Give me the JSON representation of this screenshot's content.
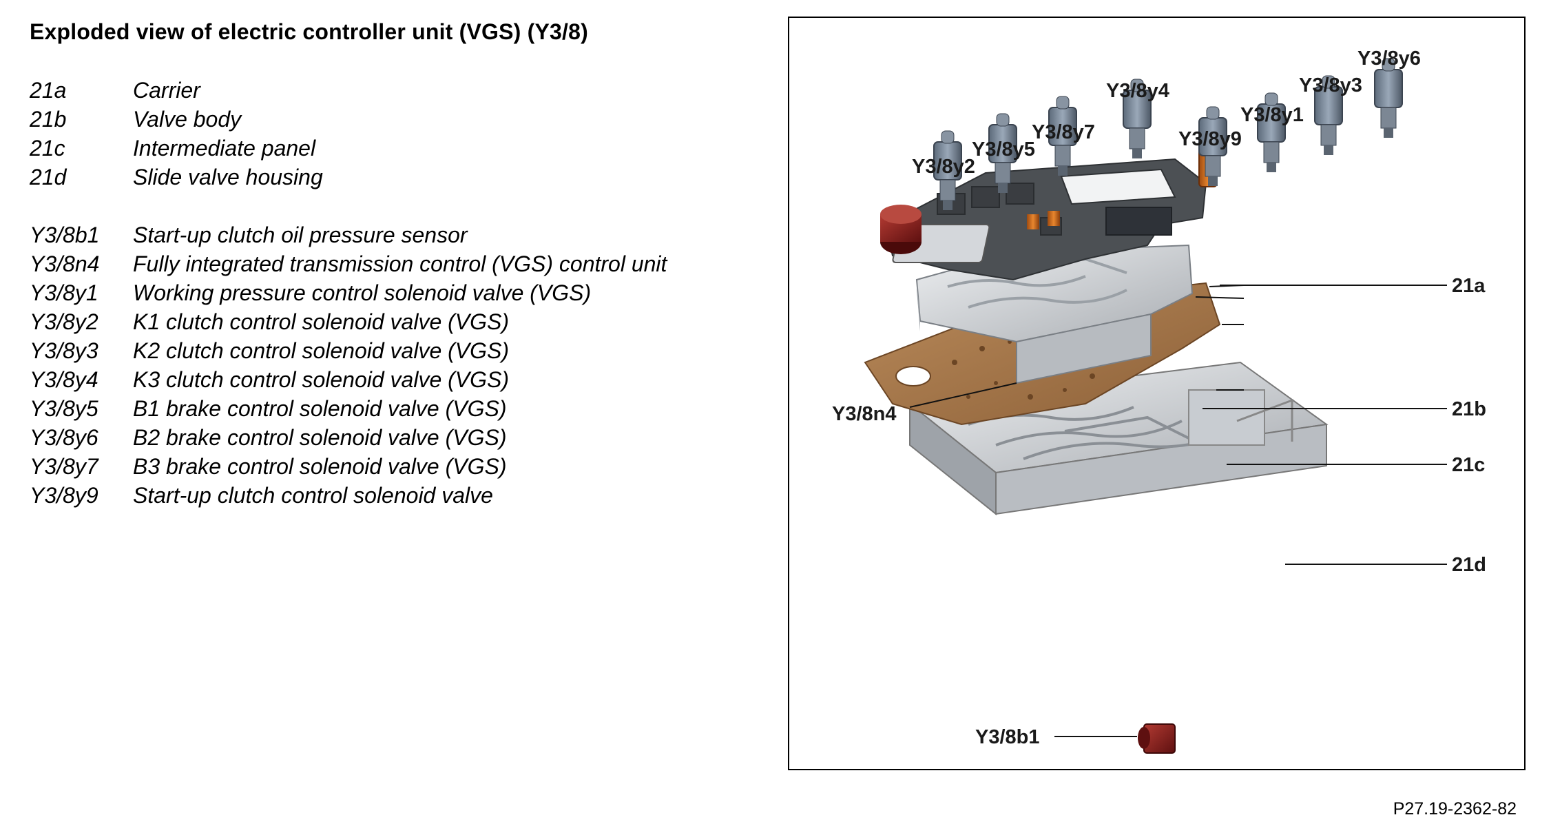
{
  "title": "Exploded view of electric controller unit (VGS) (Y3/8)",
  "legend": [
    {
      "code": "21a",
      "desc": "Carrier"
    },
    {
      "code": "21b",
      "desc": "Valve body"
    },
    {
      "code": "21c",
      "desc": "Intermediate panel"
    },
    {
      "code": "21d",
      "desc": "Slide valve housing"
    },
    {
      "code": "Y3/8b1",
      "desc": "Start-up clutch oil pressure sensor"
    },
    {
      "code": "Y3/8n4",
      "desc": "Fully integrated transmission control (VGS) control unit"
    },
    {
      "code": "Y3/8y1",
      "desc": "Working pressure control solenoid valve (VGS)"
    },
    {
      "code": "Y3/8y2",
      "desc": "K1 clutch control solenoid valve (VGS)"
    },
    {
      "code": "Y3/8y3",
      "desc": "K2 clutch control solenoid valve (VGS)"
    },
    {
      "code": "Y3/8y4",
      "desc": "K3 clutch control solenoid valve (VGS)"
    },
    {
      "code": "Y3/8y5",
      "desc": "B1 brake control solenoid valve (VGS)"
    },
    {
      "code": "Y3/8y6",
      "desc": "B2 brake control solenoid valve (VGS)"
    },
    {
      "code": "Y3/8y7",
      "desc": "B3 brake control solenoid valve (VGS)"
    },
    {
      "code": "Y3/8y9",
      "desc": "Start-up clutch control solenoid valve"
    }
  ],
  "figure": {
    "callouts": {
      "y2": "Y3/8y2",
      "y5": "Y3/8y5",
      "y7": "Y3/8y7",
      "y4": "Y3/8y4",
      "y9": "Y3/8y9",
      "y1": "Y3/8y1",
      "y3": "Y3/8y3",
      "y6": "Y3/8y6",
      "n4": "Y3/8n4",
      "b1": "Y3/8b1",
      "a": "21a",
      "b": "21b",
      "c": "21c",
      "d": "21d"
    }
  },
  "doc_ref": "P27.19-2362-82",
  "colors": {
    "gasket": "#a6774a",
    "aluminum": "#cfd2d6",
    "carrier": "#55585c",
    "solenoid": "#6f7f92",
    "sensor_red": "#8a1e1e",
    "connector_orange": "#c86a1e"
  }
}
